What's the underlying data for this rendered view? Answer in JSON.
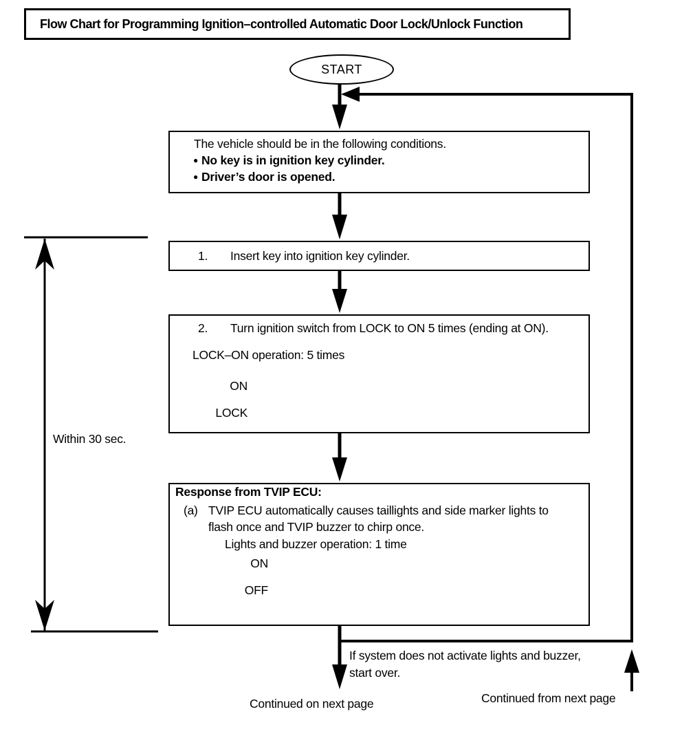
{
  "title": "Flow Chart for Programming Ignition–controlled Automatic Door Lock/Unlock Function",
  "start_label": "START",
  "conditions_box": {
    "intro": "The vehicle should be in the following conditions.",
    "bullet_char": "●",
    "bullets": [
      "No key is in ignition key cylinder.",
      "Driver’s door is opened."
    ]
  },
  "step1": {
    "number": "1.",
    "text": "Insert key into ignition key cylinder."
  },
  "step2": {
    "number": "2.",
    "text": "Turn ignition switch from LOCK to ON 5 times (ending at ON).",
    "caption": "LOCK–ON operation: 5 times",
    "waveform": {
      "high_label": "ON",
      "low_label": "LOCK",
      "pulses": 5,
      "ends_high": true
    }
  },
  "response_box": {
    "heading": "Response from TVIP ECU:",
    "item_marker": "(a)",
    "item_line1": "TVIP ECU automatically causes taillights and side marker lights to",
    "item_line2": "flash once and TVIP buzzer to chirp once.",
    "caption": "Lights and buzzer operation: 1 time",
    "waveform": {
      "high_label": "ON",
      "low_label": "OFF",
      "pulses": 1,
      "ends_high": false
    }
  },
  "timing_label": "Within 30 sec.",
  "retry_note_line1": "If system does not activate lights and buzzer,",
  "retry_note_line2": "start over.",
  "continued_on": "Continued on next page",
  "continued_from": "Continued from next page",
  "colors": {
    "line": "#000000",
    "background": "#ffffff"
  }
}
